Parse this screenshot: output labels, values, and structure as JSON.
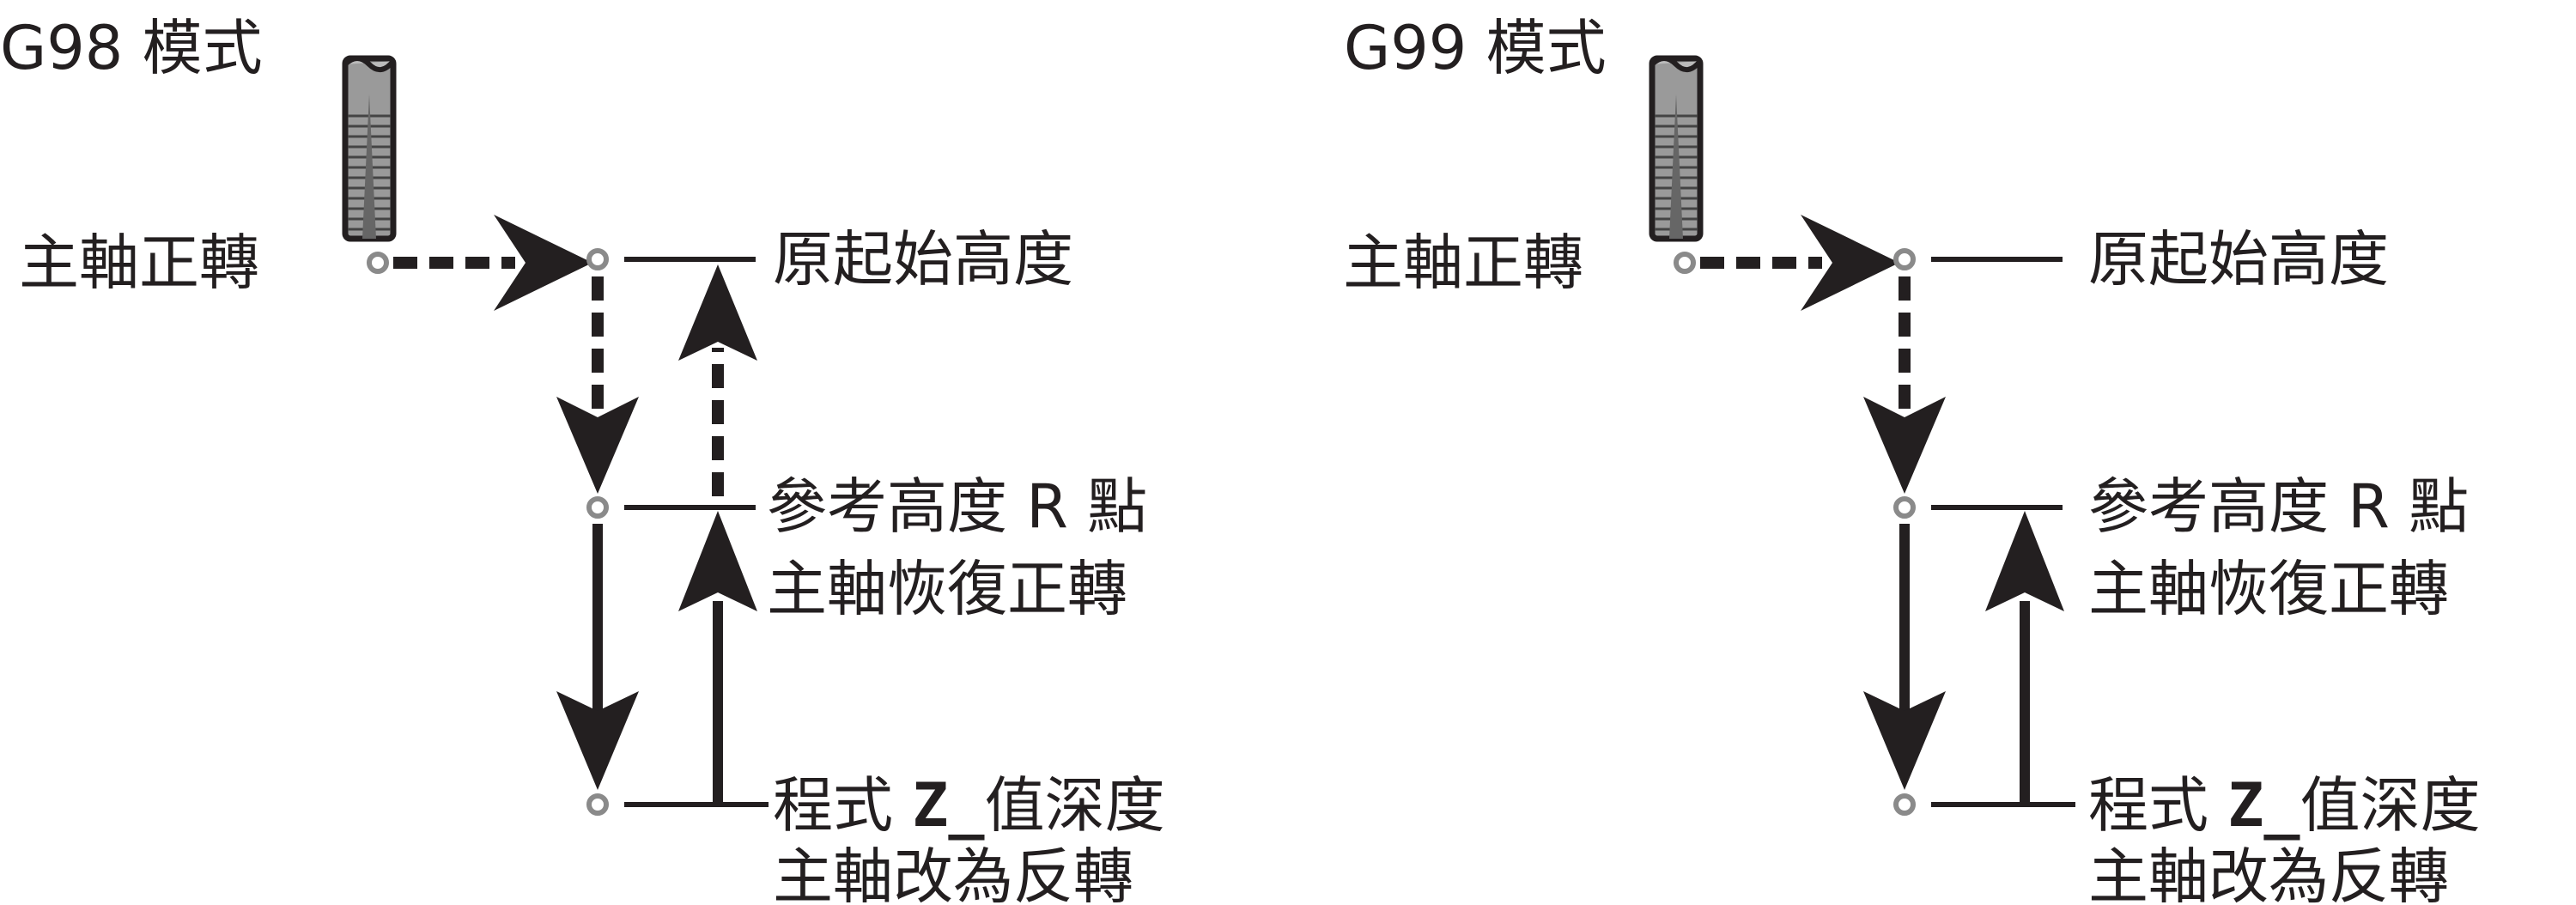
{
  "panels": [
    {
      "title": "G98 模式",
      "start_label": "主軸正轉",
      "initial_level": "原起始高度",
      "r_level": [
        "參考高度 R 點",
        "主軸恢復正轉"
      ],
      "z_level": {
        "prefix": "程式 ",
        "z": "Z",
        "underscore": "_",
        "suffix": "值深度",
        "line2": "主軸改為反轉"
      },
      "returns_to": "initial"
    },
    {
      "title": "G99 模式",
      "start_label": "主軸正轉",
      "initial_level": "原起始高度",
      "r_level": [
        "參考高度 R 點",
        "主軸恢復正轉"
      ],
      "z_level": {
        "prefix": "程式 ",
        "z": "Z",
        "underscore": "_",
        "suffix": "值深度",
        "line2": "主軸改為反轉"
      },
      "returns_to": "r"
    }
  ]
}
